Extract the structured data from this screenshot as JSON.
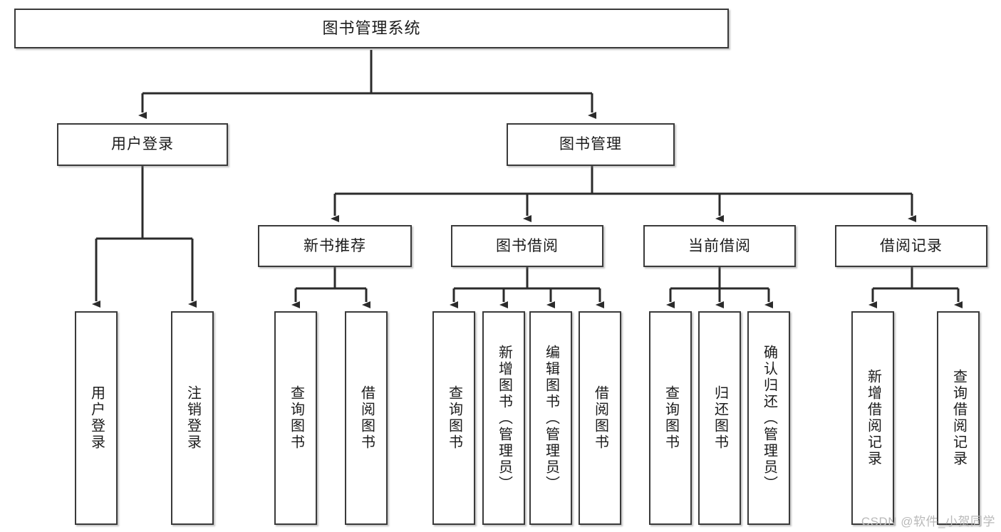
{
  "diagram": {
    "title": "图书管理系统",
    "type": "tree",
    "watermark": "CSDN @软件_小贺同学",
    "colors": {
      "box_border": "#3a3a3a",
      "box_fill": "#ffffff",
      "connector": "#2b2b2b",
      "text": "#1b1b1b",
      "watermark": "#b9b9b9"
    },
    "root": {
      "label": "图书管理系统",
      "orientation": "horizontal"
    },
    "level2": [
      {
        "label": "用户登录",
        "orientation": "horizontal"
      },
      {
        "label": "图书管理",
        "orientation": "horizontal"
      }
    ],
    "level3": [
      {
        "label": "新书推荐",
        "orientation": "horizontal"
      },
      {
        "label": "图书借阅",
        "orientation": "horizontal"
      },
      {
        "label": "当前借阅",
        "orientation": "horizontal"
      },
      {
        "label": "借阅记录",
        "orientation": "horizontal"
      }
    ],
    "leaves": {
      "user_login": [
        {
          "label": "用户登录",
          "orientation": "vertical"
        },
        {
          "label": "注销登录",
          "orientation": "vertical"
        }
      ],
      "new_book_recommend": [
        {
          "label": "查询图书",
          "orientation": "vertical"
        },
        {
          "label": "借阅图书",
          "orientation": "vertical"
        }
      ],
      "book_borrow": [
        {
          "label": "查询图书",
          "orientation": "vertical"
        },
        {
          "label": "新增图书（管理员）",
          "orientation": "vertical"
        },
        {
          "label": "编辑图书（管理员）",
          "orientation": "vertical"
        },
        {
          "label": "借阅图书",
          "orientation": "vertical"
        }
      ],
      "current_borrow": [
        {
          "label": "查询图书",
          "orientation": "vertical"
        },
        {
          "label": "归还图书",
          "orientation": "vertical"
        },
        {
          "label": "确认归还（管理员）",
          "orientation": "vertical"
        }
      ],
      "borrow_record": [
        {
          "label": "新增借阅记录",
          "orientation": "vertical"
        },
        {
          "label": "查询借阅记录",
          "orientation": "vertical"
        }
      ]
    }
  }
}
